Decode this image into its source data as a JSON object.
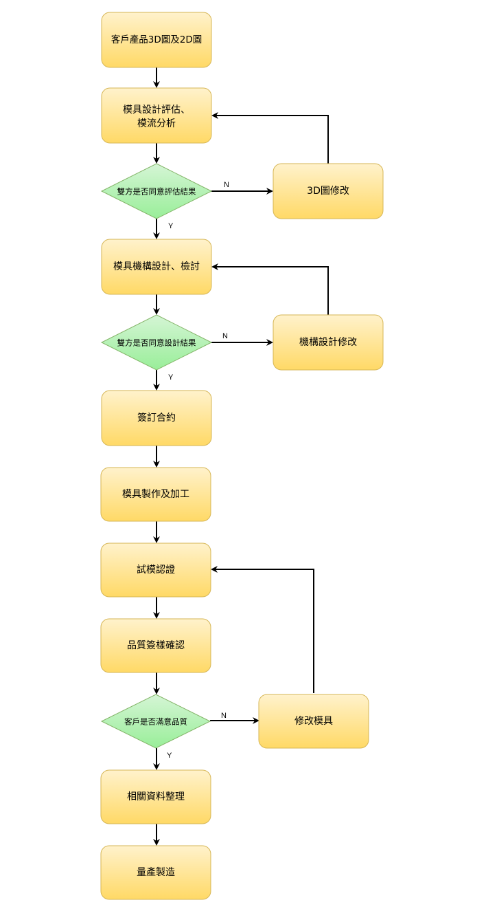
{
  "nodes": {
    "customer_drawings": "客戶產品3D圖及2D圖",
    "mold_design_eval_line1": "模具設計評估、",
    "mold_design_eval_line2": "模流分析",
    "decision_eval_agree": "雙方是否同意評估結果",
    "revise_3d": "3D圖修改",
    "mech_design_review": "模具機構設計、檢討",
    "decision_design_agree": "雙方是否同意設計結果",
    "revise_mech_design": "機構設計修改",
    "sign_contract": "簽訂合約",
    "mold_manufacturing": "模具製作及加工",
    "trial_mold_cert": "試模認證",
    "quality_sample_confirm": "品質簽樣確認",
    "decision_customer_quality": "客戶是否滿意品質",
    "revise_mold": "修改模具",
    "data_organize": "相關資料整理",
    "mass_production": "量產製造"
  },
  "edge_labels": {
    "no_1": "N",
    "yes_1": "Y",
    "no_2": "N",
    "yes_2": "Y",
    "no_3": "N",
    "yes_3": "Y"
  },
  "colors": {
    "process_fill_top": "#fff2cc",
    "process_fill_bottom": "#ffd966",
    "process_stroke": "#d6b656",
    "decision_fill_top": "#d5f5d5",
    "decision_fill_bottom": "#99ee99",
    "decision_stroke": "#82b366",
    "edge": "#000000"
  }
}
